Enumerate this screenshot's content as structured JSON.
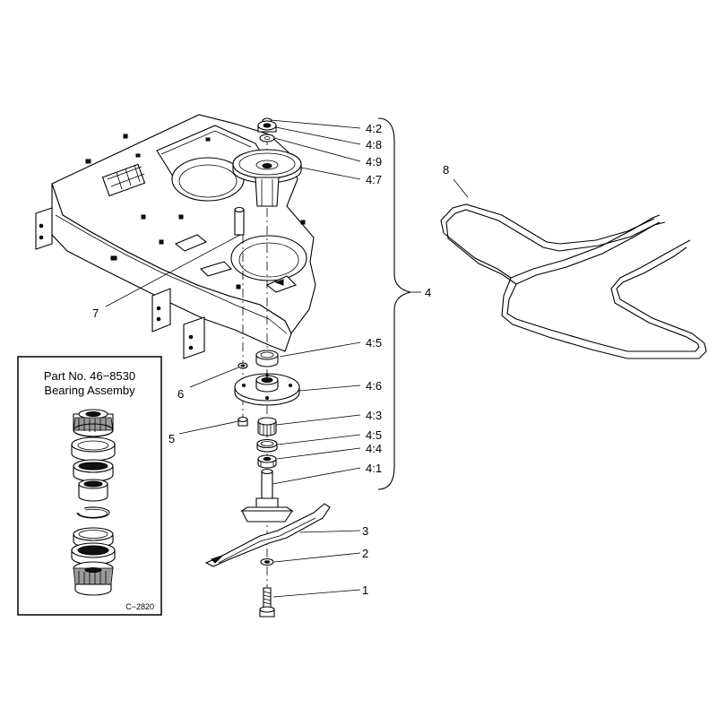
{
  "callouts": {
    "c4_2": "4:2",
    "c4_8": "4:8",
    "c4_9": "4:9",
    "c4_7": "4:7",
    "c4": "4",
    "c8": "8",
    "c7": "7",
    "c4_5a": "4:5",
    "c6": "6",
    "c4_6": "4:6",
    "c4_3": "4:3",
    "c5": "5",
    "c4_5b": "4:5",
    "c4_4": "4:4",
    "c4_1": "4:1",
    "c3": "3",
    "c2": "2",
    "c1": "1"
  },
  "inset": {
    "title_line1": "Part No. 46−8530",
    "title_line2": "Bearing Assemby",
    "figure_code": "C−2820"
  }
}
